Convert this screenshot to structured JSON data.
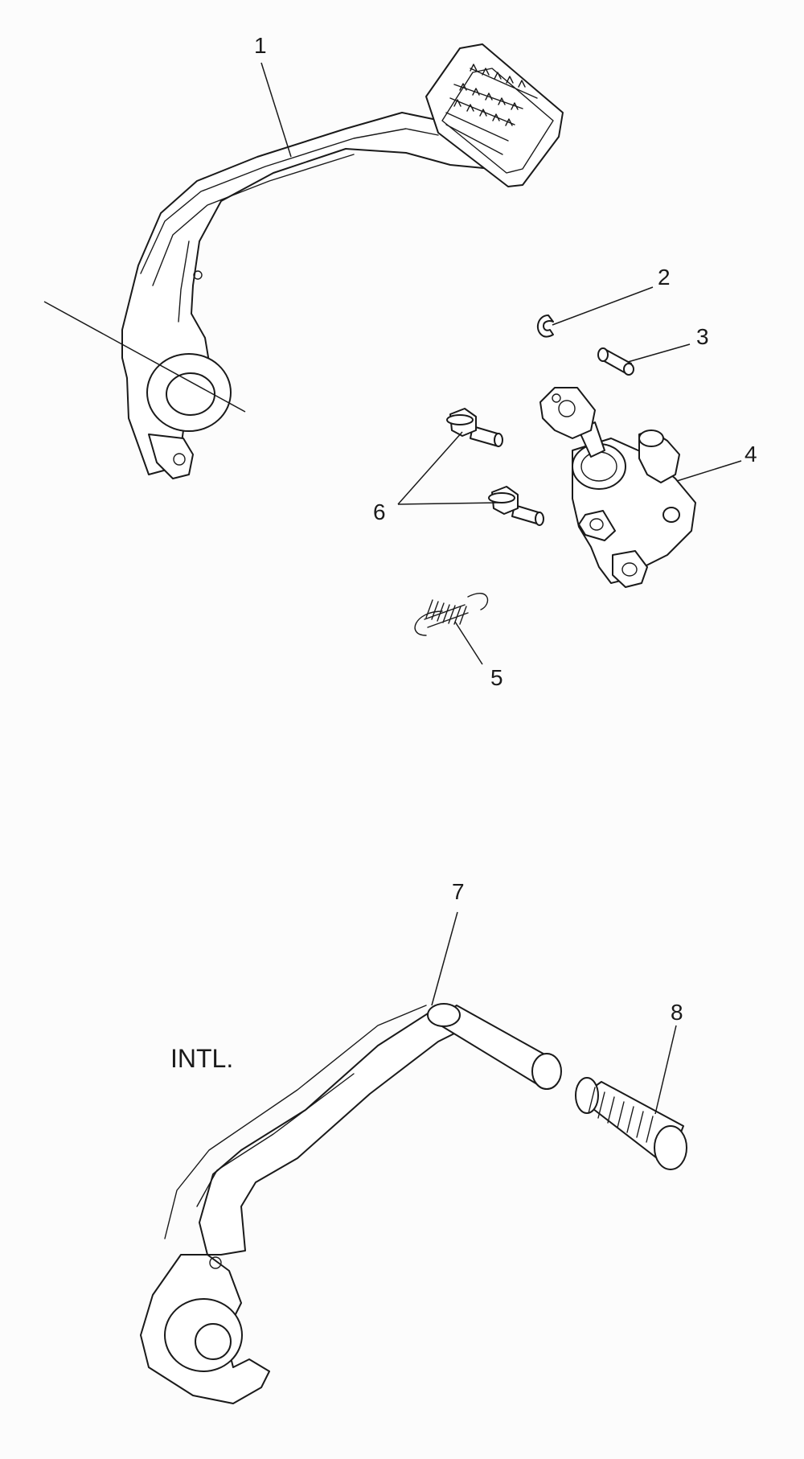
{
  "callouts": {
    "c1": "1",
    "c2": "2",
    "c3": "3",
    "c4": "4",
    "c5": "5",
    "c6": "6",
    "c7": "7",
    "c8": "8"
  },
  "notes": {
    "intl": "INTL."
  },
  "colors": {
    "line": "#1a1a1a",
    "part_fill": "#ffffff",
    "background": "#fcfcfc"
  }
}
